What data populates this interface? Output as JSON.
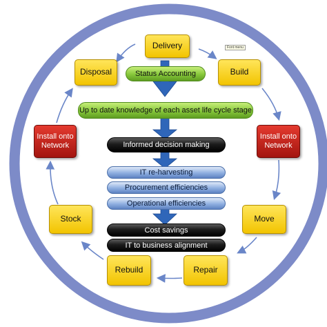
{
  "nodes": {
    "delivery": "Delivery",
    "build": "Build",
    "disposal": "Disposal",
    "install_left": "Install onto Network",
    "install_right": "Install onto Network",
    "stock": "Stock",
    "move": "Move",
    "rebuild": "Rebuild",
    "repair": "Repair"
  },
  "bands": {
    "status_accounting": "Status Accounting",
    "up_to_date": "Up to date knowledge of each asset life cycle stage",
    "informed": "Informed decision making",
    "re_harvesting": "IT re-harvesting",
    "procurement": "Procurement efficiencies",
    "operational": "Operational efficiencies",
    "cost_savings": "Cost savings",
    "it_alignment": "IT to business alignment"
  },
  "note_tag": "Font menu",
  "colors": {
    "ring": "#7d8bc8",
    "cycle_yellow": "#f5cb10",
    "cycle_red": "#c4221a",
    "band_green": "#8fcf45",
    "band_dark": "#111111",
    "band_blue": "#8eaee0",
    "down_arrow": "#2f66b9",
    "cycle_arrow": "#6a86c8"
  }
}
